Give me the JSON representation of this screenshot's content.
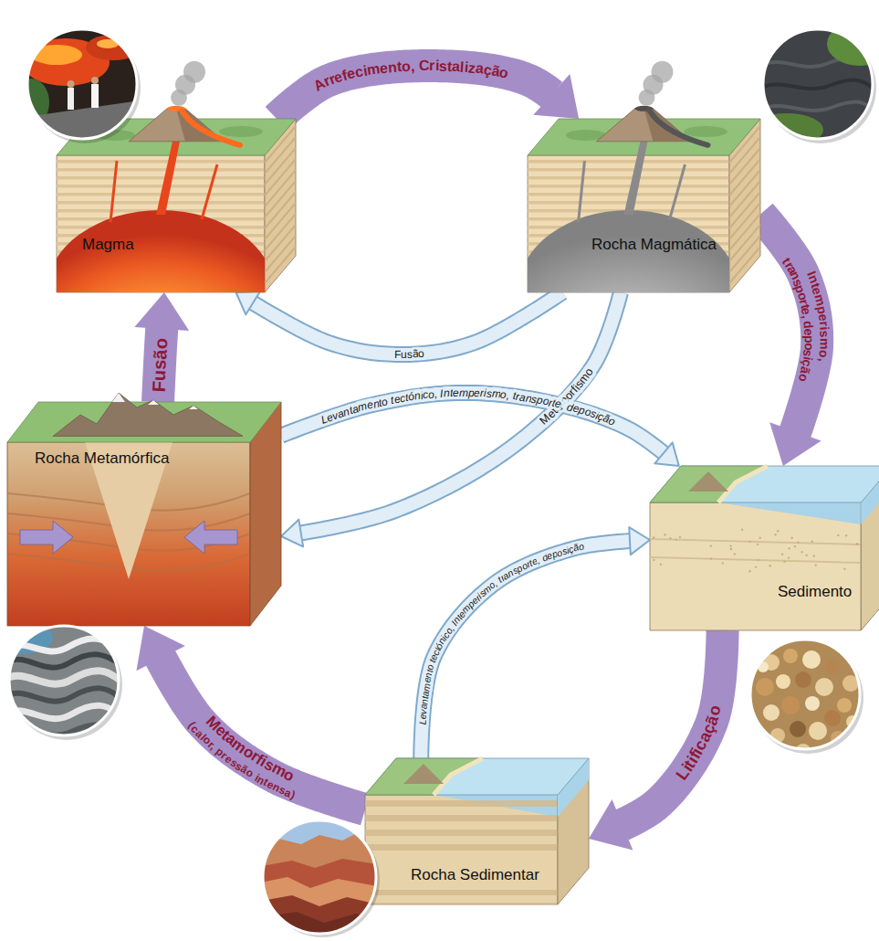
{
  "diagram": {
    "nodes": [
      {
        "text": [
          "Magma"
        ]
      },
      {
        "text": [
          "Rocha Magmática"
        ]
      },
      {
        "text": [
          "Rocha Metamórfica"
        ]
      },
      {
        "text": [
          "Sedimento"
        ]
      },
      {
        "text": [
          "Rocha Sedimentar"
        ]
      }
    ],
    "edges": [
      {
        "from": 0,
        "to": 1,
        "label": "Arrefecimento, Cristalização",
        "arrow": "to"
      },
      {
        "from": 1,
        "to": 0,
        "label": "Fusão",
        "arrow": "to"
      },
      {
        "from": 1,
        "to": 3,
        "label": "Intemperismo, transporte, deposição",
        "arrow": "to"
      },
      {
        "from": 1,
        "to": 2,
        "label": "Metamorfismo",
        "arrow": "to"
      },
      {
        "from": 2,
        "to": 3,
        "label": "Levantamento tectónico, Intemperismo, transporte, deposição",
        "arrow": "to"
      },
      {
        "from": 3,
        "to": 4,
        "label": "Litificação",
        "arrow": "to"
      },
      {
        "from": 4,
        "to": 3,
        "label": "Levantamento tectónico, Intemperismo, transporte, deposição",
        "arrow": "to"
      },
      {
        "from": 4,
        "to": 2,
        "label": "Metamorfismo (calor, pressão intensa)",
        "arrow": "to"
      },
      {
        "from": 2,
        "to": 0,
        "label": "Fusão",
        "arrow": "to"
      }
    ]
  }
}
